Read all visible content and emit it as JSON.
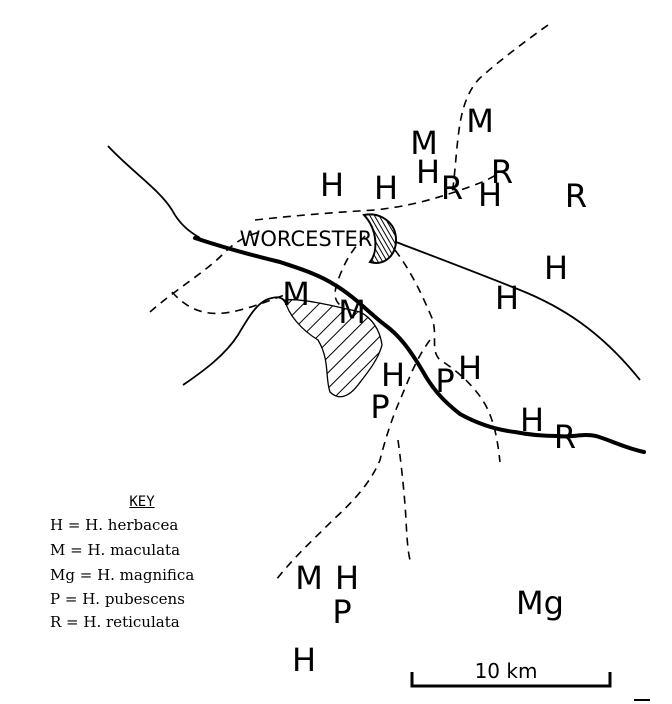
{
  "town": "WORCESTER",
  "key": {
    "title": "KEY",
    "entries": [
      "H = H. herbacea",
      "M = H. maculata",
      "Mg = H. magnifica",
      "P = H. pubescens",
      "R = H. reticulata"
    ]
  },
  "scale": {
    "label": "10 km"
  },
  "markers": [
    {
      "label": "M"
    },
    {
      "label": "M"
    },
    {
      "label": "H"
    },
    {
      "label": "R"
    },
    {
      "label": "R"
    },
    {
      "label": "H"
    },
    {
      "label": "H"
    },
    {
      "label": "R"
    },
    {
      "label": "H"
    },
    {
      "label": "H"
    },
    {
      "label": "H"
    },
    {
      "label": "M"
    },
    {
      "label": "M"
    },
    {
      "label": "H"
    },
    {
      "label": "P"
    },
    {
      "label": "H"
    },
    {
      "label": "P"
    },
    {
      "label": "H"
    },
    {
      "label": "R"
    },
    {
      "label": "M"
    },
    {
      "label": "H"
    },
    {
      "label": "P"
    },
    {
      "label": "Mg"
    },
    {
      "label": "H"
    }
  ]
}
